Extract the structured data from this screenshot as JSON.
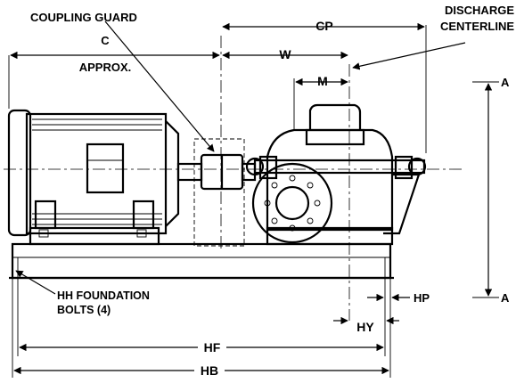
{
  "labels": {
    "coupling_guard": "COUPLING GUARD",
    "c": "C",
    "approx": "APPROX.",
    "cp": "CP",
    "discharge": "DISCHARGE",
    "centerline": "CENTERLINE",
    "w": "W",
    "m": "M",
    "a_top": "A",
    "a_bottom": "A",
    "hh_line1": "HH FOUNDATION",
    "hh_line2": "BOLTS (4)",
    "hp": "HP",
    "hy": "HY",
    "hf": "HF",
    "hb": "HB"
  }
}
